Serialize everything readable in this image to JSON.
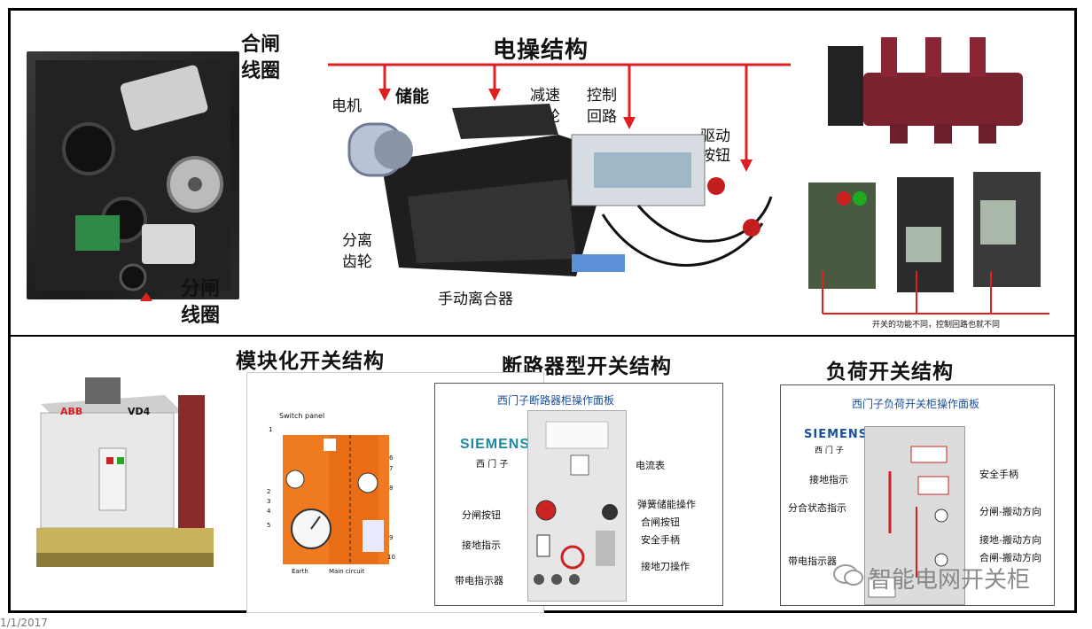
{
  "top": {
    "title": "电操结构",
    "labels": {
      "close_coil_1": "合闸",
      "close_coil_2": "线圈",
      "open_coil_1": "分闸",
      "open_coil_2": "线圈",
      "motor": "电机",
      "energy": "储能",
      "gear_1": "减速",
      "gear_2": "齿轮",
      "ctrl_1": "控制",
      "ctrl_2": "回路",
      "drive_1": "驱动",
      "drive_2": "按钮",
      "sep_1": "分离",
      "sep_2": "齿轮",
      "clutch": "手动离合器"
    },
    "right_caption": "开关的功能不同，控制回路也就不同"
  },
  "bottom": {
    "modular_title": "模块化开关结构",
    "breaker_title": "断路器型开关结构",
    "load_title": "负荷开关结构",
    "abb_brand": "ABB",
    "abb_model": "VD4",
    "modular_panel": {
      "switch_panel": "Switch panel",
      "earth": "Earth",
      "main_circuit": "Main circuit",
      "numbers": [
        "1",
        "2",
        "3",
        "4",
        "5",
        "6",
        "7",
        "8",
        "9",
        "10"
      ]
    },
    "breaker_panel": {
      "header": "西门子断路器柜操作面板",
      "brand": "SIEMENS",
      "brand_cn": "西 门 子",
      "labels": [
        "电流表",
        "弹簧储能操作",
        "分闸按钮",
        "合闸按钮",
        "安全手柄",
        "接地指示",
        "接地刀操作",
        "带电指示器"
      ]
    },
    "load_panel": {
      "header": "西门子负荷开关柜操作面板",
      "brand": "SIEMENS",
      "brand_cn": "西 门 子",
      "labels": [
        "安全手柄",
        "接地指示",
        "分合状态指示",
        "分闸-搬动方向",
        "接地-搬动方向",
        "合闸-搬动方向",
        "带电指示器"
      ]
    },
    "watermark": "智能电网开关柜",
    "date_fragment": "1/1/2017"
  },
  "colors": {
    "accent_red": "#e02020",
    "frame": "#000000",
    "orange_panel": "#f07a20",
    "siemens_teal": "#1a8aa0"
  }
}
